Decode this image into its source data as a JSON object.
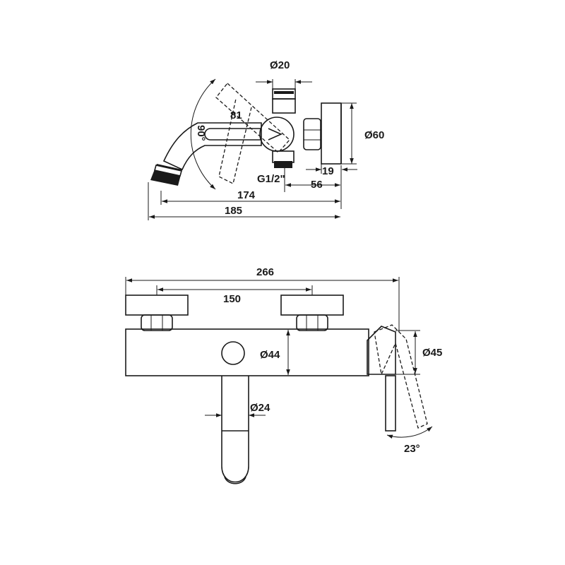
{
  "top_view": {
    "dims": {
      "d20": "Ø20",
      "d81": "81",
      "d90": "90°",
      "d60": "Ø60",
      "d19": "19",
      "thread": "G1/2\"",
      "d56": "56",
      "d174": "174",
      "d185": "185"
    }
  },
  "front_view": {
    "dims": {
      "d266": "266",
      "d150": "150",
      "d44": "Ø44",
      "d45": "Ø45",
      "d24": "Ø24",
      "d23": "23°"
    }
  }
}
